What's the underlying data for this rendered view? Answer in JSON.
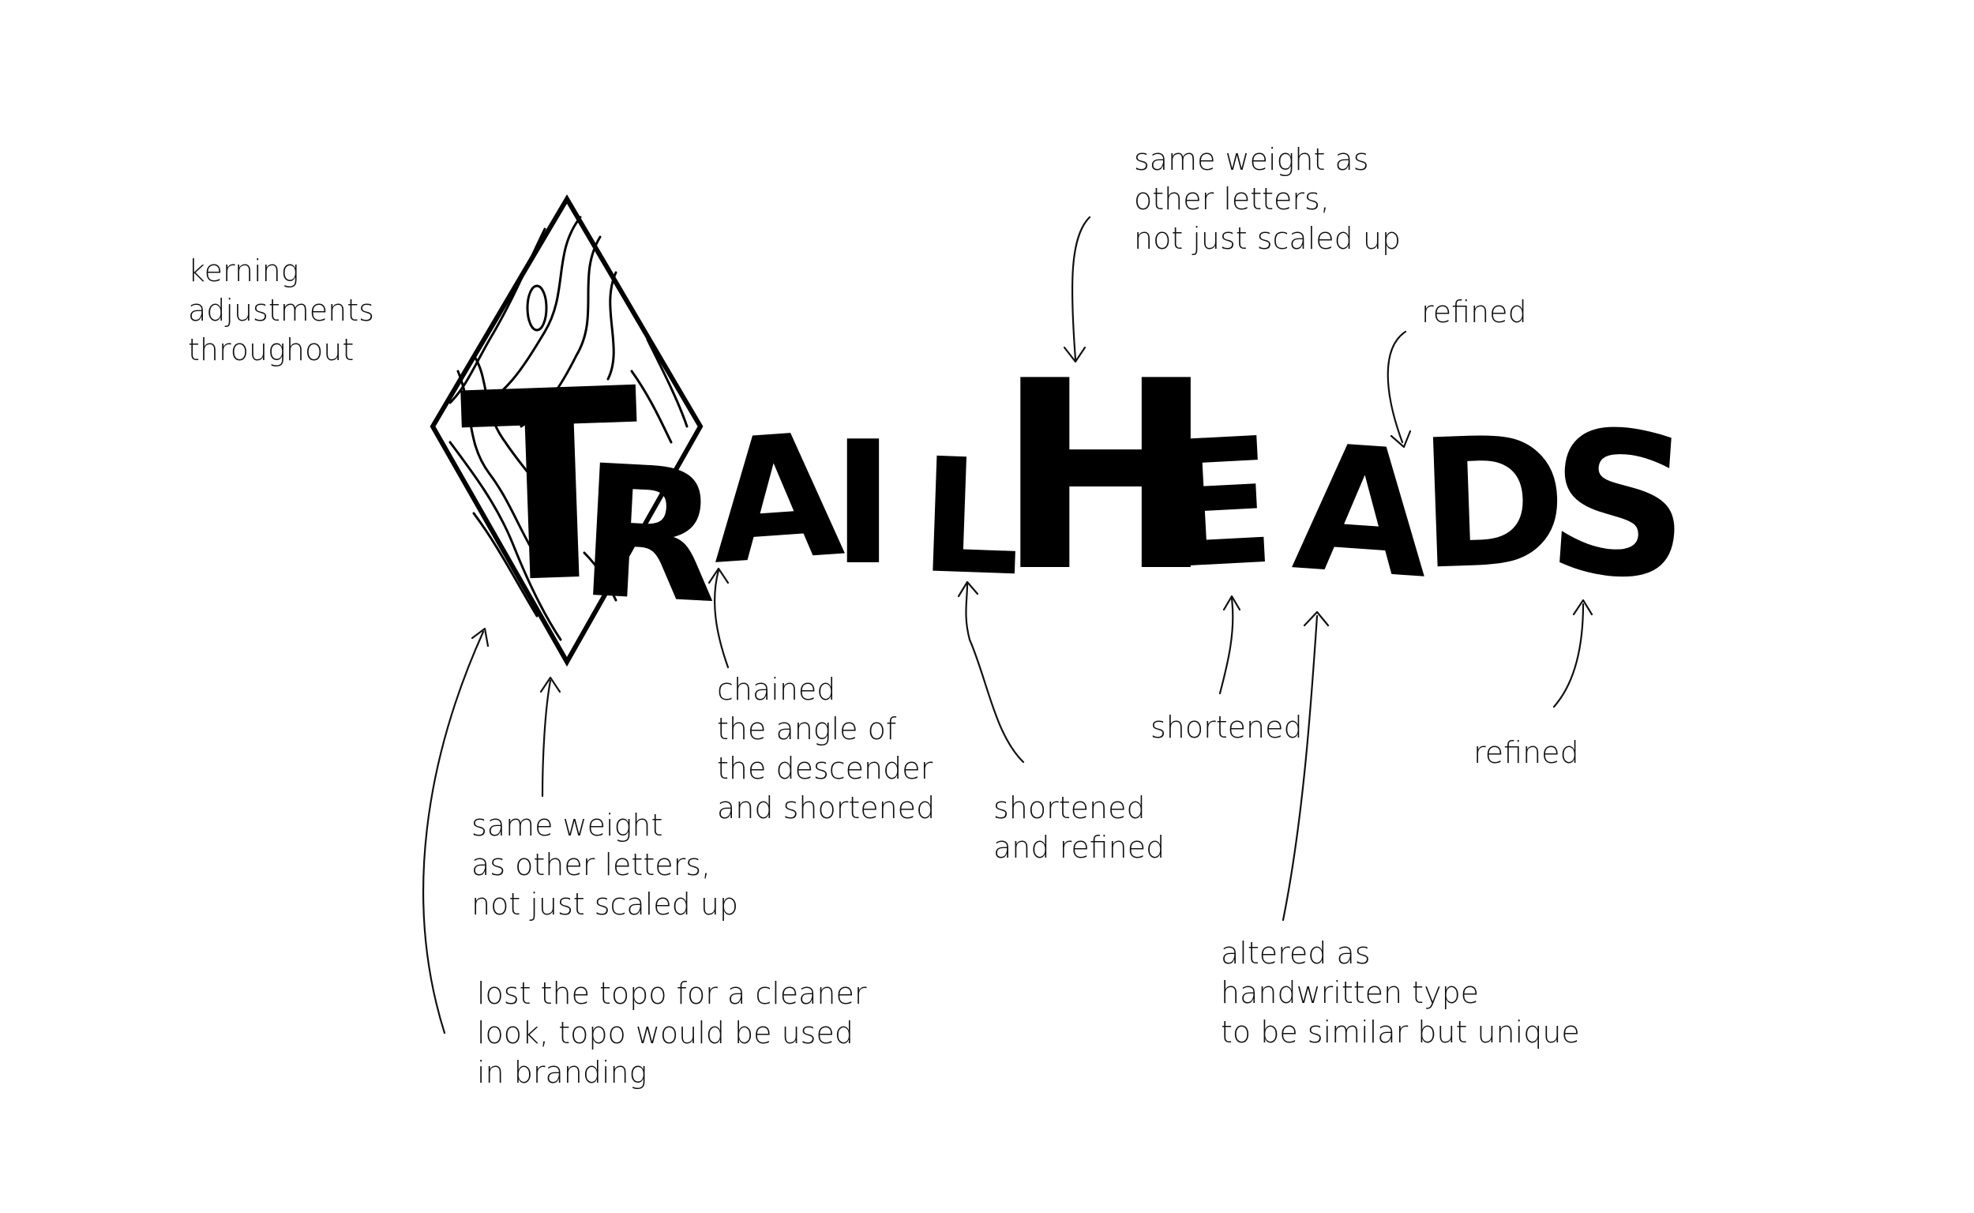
{
  "logo": {
    "letters": [
      "T",
      "R",
      "A",
      "I",
      "L",
      "H",
      "E",
      "A",
      "D",
      "S"
    ]
  },
  "colors": {
    "ink": "#000000",
    "background": "#ffffff"
  },
  "annotations": {
    "kerning": [
      "kerning",
      "adjustments",
      "throughout"
    ],
    "h_weight": [
      "same weight as",
      "other letters,",
      "not just scaled up"
    ],
    "refined_top": [
      "refined"
    ],
    "chained": [
      "chained",
      "the angle of",
      "the descender",
      "and shortened"
    ],
    "shortened_e": [
      "shortened"
    ],
    "refined_bottom": [
      "refined"
    ],
    "shortened_refined": [
      "shortened",
      "and refined"
    ],
    "t_weight": [
      "same weight",
      "as other letters,",
      "not just scaled up"
    ],
    "altered": [
      "altered as",
      "handwritten type",
      "to be similar but unique"
    ],
    "lost_topo": [
      "lost the topo for a cleaner",
      "look, topo would be used",
      "in branding"
    ]
  }
}
